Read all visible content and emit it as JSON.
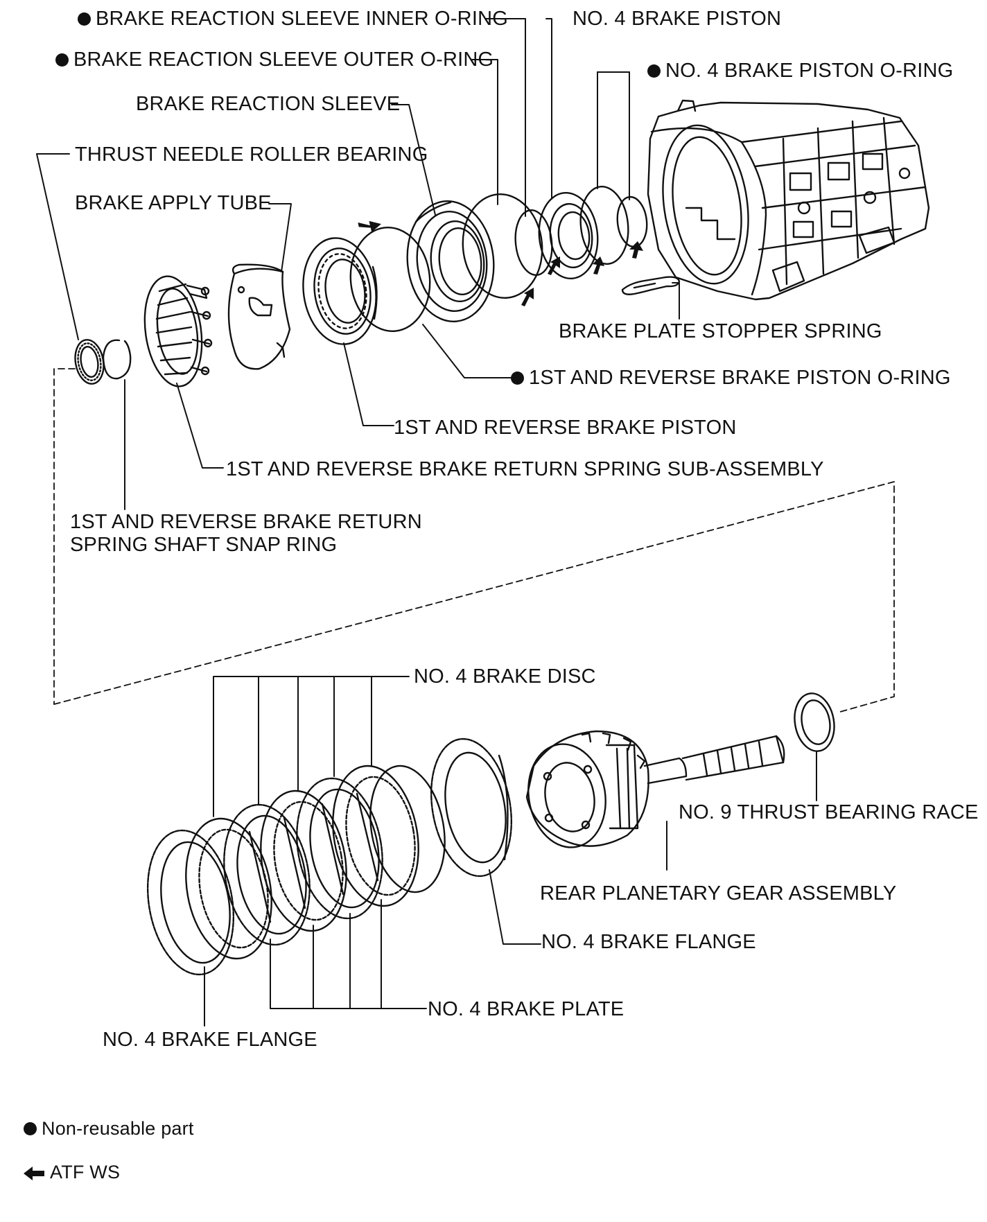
{
  "labels": {
    "inner_oring": "BRAKE REACTION SLEEVE INNER O-RING",
    "no4_piston": "NO. 4 BRAKE PISTON",
    "outer_oring": "BRAKE REACTION SLEEVE OUTER O-RING",
    "no4_piston_oring": "NO. 4 BRAKE PISTON O-RING",
    "reaction_sleeve": "BRAKE REACTION SLEEVE",
    "thrust_bearing": "THRUST NEEDLE ROLLER BEARING",
    "apply_tube": "BRAKE APPLY TUBE",
    "stopper_spring": "BRAKE PLATE STOPPER SPRING",
    "first_rev_piston_oring": "1ST AND REVERSE BRAKE PISTON O-RING",
    "first_rev_piston": "1ST AND REVERSE BRAKE PISTON",
    "return_spring": "1ST AND REVERSE BRAKE RETURN SPRING SUB-ASSEMBLY",
    "snap_ring_line1": "1ST AND REVERSE BRAKE RETURN",
    "snap_ring_line2": "SPRING SHAFT SNAP RING",
    "no4_disc": "NO. 4 BRAKE DISC",
    "thrust_race": "NO. 9 THRUST BEARING RACE",
    "rear_planetary": "REAR PLANETARY GEAR ASSEMBLY",
    "no4_flange_upper": "NO. 4 BRAKE FLANGE",
    "no4_plate": "NO. 4 BRAKE PLATE",
    "no4_flange_lower": "NO. 4 BRAKE FLANGE"
  },
  "legend": {
    "non_reusable": "Non-reusable part",
    "atf": "ATF WS"
  },
  "icons": {
    "non_reusable_marker": "filled-circle-icon",
    "atf_marker": "left-arrow-icon"
  },
  "colors": {
    "ink": "#111111",
    "paper": "#ffffff"
  }
}
